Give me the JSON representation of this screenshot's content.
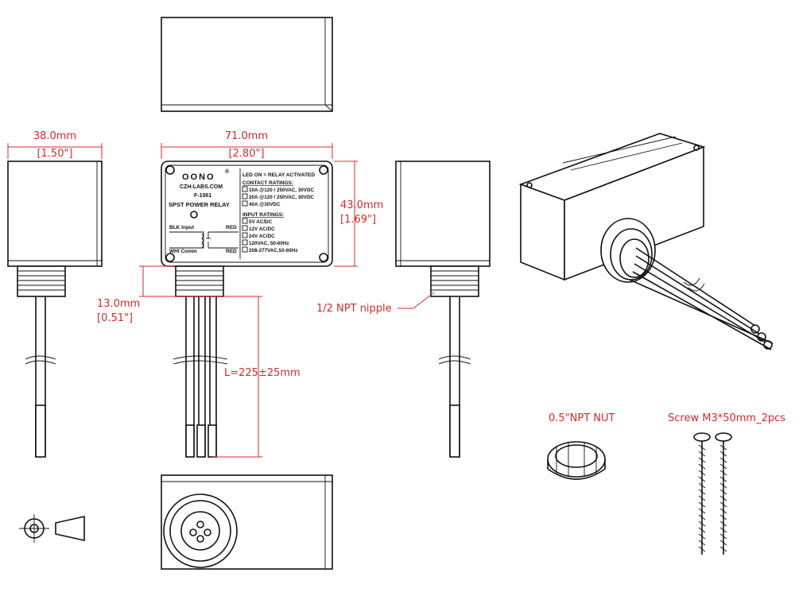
{
  "dimensions": {
    "width_left_mm": "38.0mm",
    "width_left_in": "[1.50\"]",
    "width_front_mm": "71.0mm",
    "width_front_in": "[2.80\"]",
    "height_mm": "43.0mm",
    "height_in": "[1.69\"]",
    "nipple_mm": "13.0mm",
    "nipple_in": "[0.51\"]",
    "wire_length": "L=225±25mm"
  },
  "callouts": {
    "nipple": "1/2 NPT nipple",
    "nut": "0.5\"NPT NUT",
    "screw": "Screw M3*50mm_2pcs"
  },
  "label": {
    "brand": "OONO",
    "reg": "®",
    "site": "CZH-LABS.COM",
    "model": "F-1061",
    "product": "SPST POWER RELAY",
    "led_note": "LED ON = RELAY ACTIVATED",
    "contact_title": "CONTACT RATINGS:",
    "contact": [
      "10A @120 / 250VAC, 30VDC",
      "20A @120 / 250VAC, 30VDC",
      "40A @30VDC"
    ],
    "input_title": "INPUT RATINGS:",
    "input": [
      "5V AC/DC",
      "12V AC/DC",
      "24V AC/DC",
      "120VAC, 50-60Hz",
      "208-277VAC,50-60Hz"
    ],
    "blk": "BLK Input",
    "whi": "WHI Comm",
    "red1": "RED",
    "red2": "RED"
  }
}
